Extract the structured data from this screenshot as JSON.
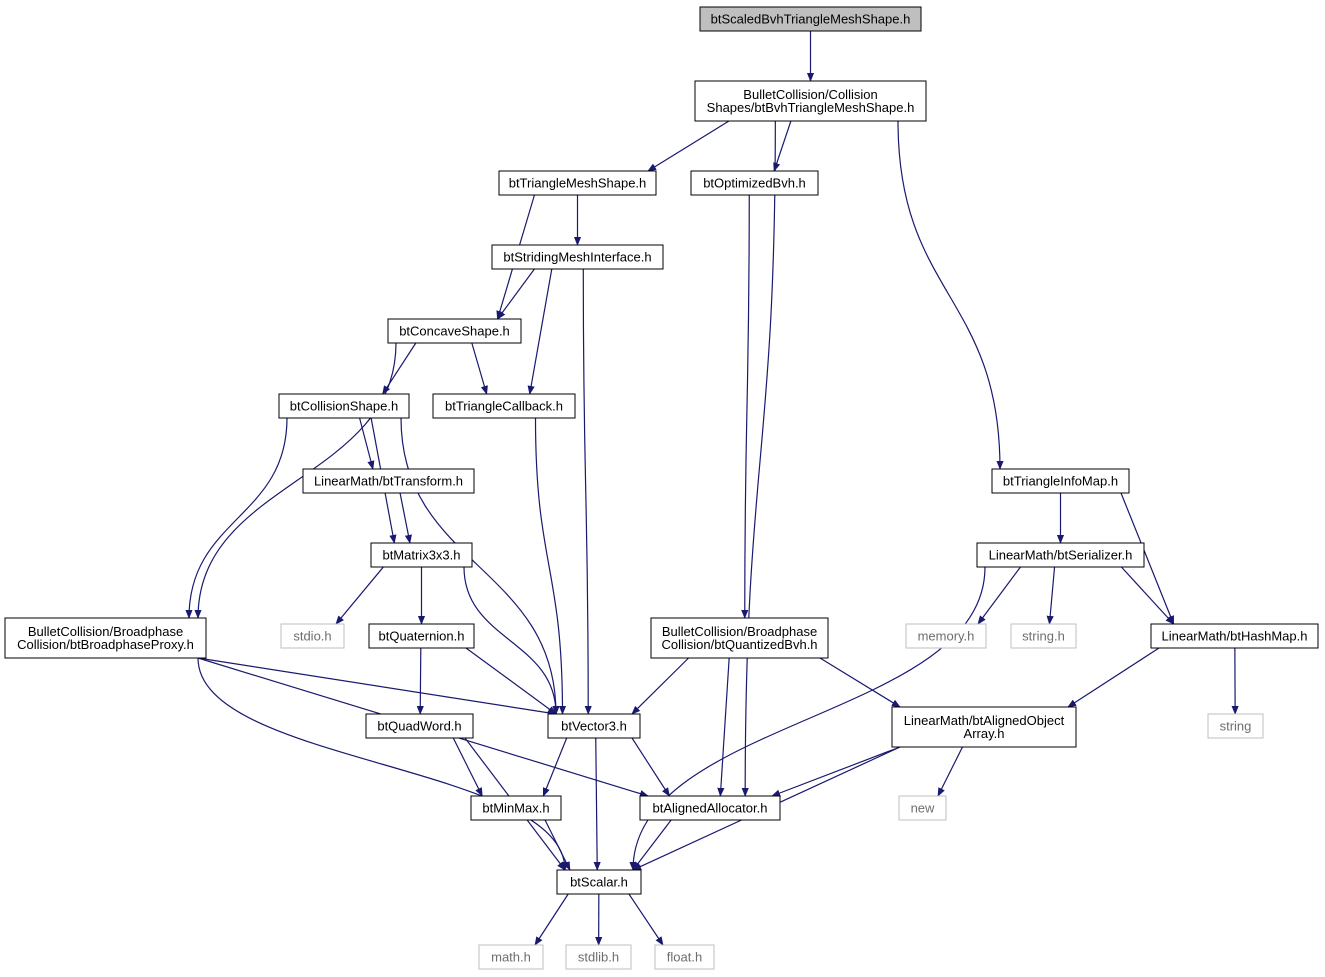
{
  "diagram": {
    "colors": {
      "edge": "#191970",
      "node_border": "#000000",
      "system_border": "#bfbfbf",
      "root_fill": "#bfbfbf",
      "background": "#ffffff"
    },
    "nodes": [
      {
        "id": "root",
        "lines": [
          "btScaledBvhTriangleMeshShape.h"
        ],
        "kind": "root"
      },
      {
        "id": "bvhmesh",
        "lines": [
          "BulletCollision/Collision",
          "Shapes/btBvhTriangleMeshShape.h"
        ],
        "kind": "file"
      },
      {
        "id": "trimesh",
        "lines": [
          "btTriangleMeshShape.h"
        ],
        "kind": "file"
      },
      {
        "id": "optbvh",
        "lines": [
          "btOptimizedBvh.h"
        ],
        "kind": "file"
      },
      {
        "id": "striding",
        "lines": [
          "btStridingMeshInterface.h"
        ],
        "kind": "file"
      },
      {
        "id": "concave",
        "lines": [
          "btConcaveShape.h"
        ],
        "kind": "file"
      },
      {
        "id": "collshape",
        "lines": [
          "btCollisionShape.h"
        ],
        "kind": "file"
      },
      {
        "id": "tricallback",
        "lines": [
          "btTriangleCallback.h"
        ],
        "kind": "file"
      },
      {
        "id": "transform",
        "lines": [
          "LinearMath/btTransform.h"
        ],
        "kind": "file"
      },
      {
        "id": "matrix",
        "lines": [
          "btMatrix3x3.h"
        ],
        "kind": "file"
      },
      {
        "id": "stdio",
        "lines": [
          "stdio.h"
        ],
        "kind": "system"
      },
      {
        "id": "quaternion",
        "lines": [
          "btQuaternion.h"
        ],
        "kind": "file"
      },
      {
        "id": "bproxy",
        "lines": [
          "BulletCollision/Broadphase",
          "Collision/btBroadphaseProxy.h"
        ],
        "kind": "file"
      },
      {
        "id": "quantbvh",
        "lines": [
          "BulletCollision/Broadphase",
          "Collision/btQuantizedBvh.h"
        ],
        "kind": "file"
      },
      {
        "id": "triinfomap",
        "lines": [
          "btTriangleInfoMap.h"
        ],
        "kind": "file"
      },
      {
        "id": "serializer",
        "lines": [
          "LinearMath/btSerializer.h"
        ],
        "kind": "file"
      },
      {
        "id": "memory",
        "lines": [
          "memory.h"
        ],
        "kind": "system"
      },
      {
        "id": "stringh",
        "lines": [
          "string.h"
        ],
        "kind": "system"
      },
      {
        "id": "hashmap",
        "lines": [
          "LinearMath/btHashMap.h"
        ],
        "kind": "file"
      },
      {
        "id": "string",
        "lines": [
          "string"
        ],
        "kind": "system"
      },
      {
        "id": "quadword",
        "lines": [
          "btQuadWord.h"
        ],
        "kind": "file"
      },
      {
        "id": "vector3",
        "lines": [
          "btVector3.h"
        ],
        "kind": "file"
      },
      {
        "id": "alignedarray",
        "lines": [
          "LinearMath/btAlignedObject",
          "Array.h"
        ],
        "kind": "file"
      },
      {
        "id": "minmax",
        "lines": [
          "btMinMax.h"
        ],
        "kind": "file"
      },
      {
        "id": "allocator",
        "lines": [
          "btAlignedAllocator.h"
        ],
        "kind": "file"
      },
      {
        "id": "new",
        "lines": [
          "new"
        ],
        "kind": "system"
      },
      {
        "id": "scalar",
        "lines": [
          "btScalar.h"
        ],
        "kind": "file"
      },
      {
        "id": "math",
        "lines": [
          "math.h"
        ],
        "kind": "system"
      },
      {
        "id": "stdlib",
        "lines": [
          "stdlib.h"
        ],
        "kind": "system"
      },
      {
        "id": "float",
        "lines": [
          "float.h"
        ],
        "kind": "system"
      }
    ],
    "edges": [
      [
        "root",
        "bvhmesh"
      ],
      [
        "bvhmesh",
        "trimesh"
      ],
      [
        "bvhmesh",
        "optbvh"
      ],
      [
        "bvhmesh",
        "allocator"
      ],
      [
        "bvhmesh",
        "triinfomap"
      ],
      [
        "trimesh",
        "striding"
      ],
      [
        "trimesh",
        "concave"
      ],
      [
        "striding",
        "concave"
      ],
      [
        "striding",
        "tricallback"
      ],
      [
        "striding",
        "vector3"
      ],
      [
        "concave",
        "bproxy"
      ],
      [
        "concave",
        "collshape"
      ],
      [
        "concave",
        "tricallback"
      ],
      [
        "collshape",
        "bproxy"
      ],
      [
        "collshape",
        "vector3"
      ],
      [
        "collshape",
        "transform"
      ],
      [
        "collshape",
        "matrix"
      ],
      [
        "transform",
        "matrix"
      ],
      [
        "tricallback",
        "vector3"
      ],
      [
        "matrix",
        "stdio"
      ],
      [
        "matrix",
        "quaternion"
      ],
      [
        "matrix",
        "vector3"
      ],
      [
        "quaternion",
        "quadword"
      ],
      [
        "quaternion",
        "vector3"
      ],
      [
        "bproxy",
        "vector3"
      ],
      [
        "bproxy",
        "allocator"
      ],
      [
        "bproxy",
        "scalar"
      ],
      [
        "optbvh",
        "quantbvh"
      ],
      [
        "quantbvh",
        "vector3"
      ],
      [
        "quantbvh",
        "allocator"
      ],
      [
        "quantbvh",
        "alignedarray"
      ],
      [
        "triinfomap",
        "serializer"
      ],
      [
        "triinfomap",
        "hashmap"
      ],
      [
        "serializer",
        "memory"
      ],
      [
        "serializer",
        "stringh"
      ],
      [
        "serializer",
        "hashmap"
      ],
      [
        "serializer",
        "scalar"
      ],
      [
        "hashmap",
        "string"
      ],
      [
        "hashmap",
        "alignedarray"
      ],
      [
        "alignedarray",
        "allocator"
      ],
      [
        "alignedarray",
        "new"
      ],
      [
        "alignedarray",
        "scalar"
      ],
      [
        "quadword",
        "minmax"
      ],
      [
        "quadword",
        "scalar"
      ],
      [
        "vector3",
        "minmax"
      ],
      [
        "vector3",
        "allocator"
      ],
      [
        "vector3",
        "scalar"
      ],
      [
        "minmax",
        "scalar"
      ],
      [
        "allocator",
        "scalar"
      ],
      [
        "scalar",
        "math"
      ],
      [
        "scalar",
        "stdlib"
      ],
      [
        "scalar",
        "float"
      ]
    ]
  }
}
